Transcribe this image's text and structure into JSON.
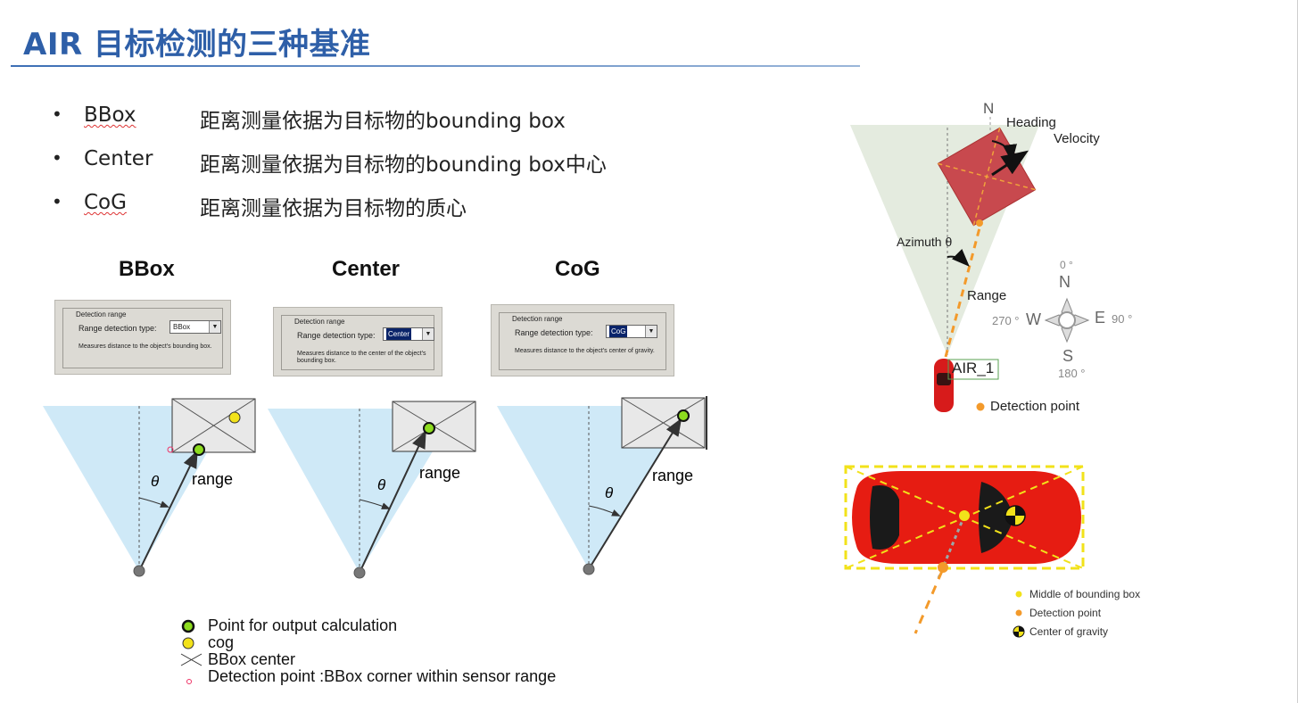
{
  "title": "AIR 目标检测的三种基准",
  "bullets": [
    {
      "term": "BBox",
      "desc": "距离测量依据为目标物的bounding box"
    },
    {
      "term": "Center",
      "desc": "距离测量依据为目标物的bounding box中心"
    },
    {
      "term": "CoG",
      "desc": "距离测量依据为目标物的质心"
    }
  ],
  "panels": [
    {
      "title": "BBox",
      "group": "Detection range",
      "label": "Range detection type:",
      "value": "BBox",
      "note": "Measures distance to the object's bounding box.",
      "range": "range",
      "theta": "θ"
    },
    {
      "title": "Center",
      "group": "Detection range",
      "label": "Range detection type:",
      "value": "Center",
      "note": "Measures distance to the center of the object's bounding box.",
      "range": "range",
      "theta": "θ"
    },
    {
      "title": "CoG",
      "group": "Detection range",
      "label": "Range detection type:",
      "value": "CoG",
      "note": "Measures distance to the object's center of gravity.",
      "range": "range",
      "theta": "θ"
    }
  ],
  "legend": {
    "point": "Point for output calculation",
    "cog": "cog",
    "bbox_center": "BBox center",
    "detection": "Detection point :BBox corner within sensor range"
  },
  "topview": {
    "north": "N",
    "heading": "Heading",
    "velocity": "Velocity",
    "azimuth": "Azimuth θ",
    "range": "Range",
    "air_label": "AIR_1",
    "detection_point": "Detection point",
    "compass": {
      "n_deg": "0 °",
      "n": "N",
      "w_deg": "270 °",
      "w": "W",
      "e": "E",
      "e_deg": "90 °",
      "s": "S",
      "s_deg": "180 °"
    }
  },
  "car_legend": {
    "middle": "Middle of bounding box",
    "detection": "Detection point",
    "cog": "Center of gravity"
  },
  "colors": {
    "title": "#2e5fa8",
    "beam": "#cfe9f7",
    "target": "#c8494e",
    "detection": "#f39a2b",
    "green_point": "#8ddc1f",
    "cog_yellow": "#f2e21a"
  }
}
